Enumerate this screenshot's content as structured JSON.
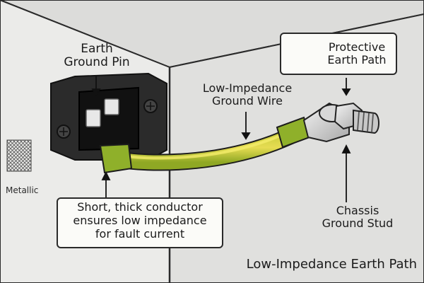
{
  "labels": {
    "earth_ground_pin": [
      "Earth",
      "Ground Pin"
    ],
    "ground_wire": [
      "Low-Impedance",
      "Ground Wire"
    ],
    "protective_earth": [
      "Protective",
      "Earth Path"
    ],
    "chassis_stud": [
      "Chassis",
      "Ground Stud"
    ],
    "callout": [
      "Short, thick conductor",
      "ensures low impedance",
      "for fault current"
    ],
    "metallic": "Metallic",
    "caption": "Low-Impedance Earth Path"
  },
  "icons": {
    "warning": "high-voltage-warning-icon"
  },
  "colors": {
    "wire_green": "#a3b52a",
    "wire_yellow": "#e2d84a",
    "panel": "#ececea",
    "outline": "#222222"
  }
}
